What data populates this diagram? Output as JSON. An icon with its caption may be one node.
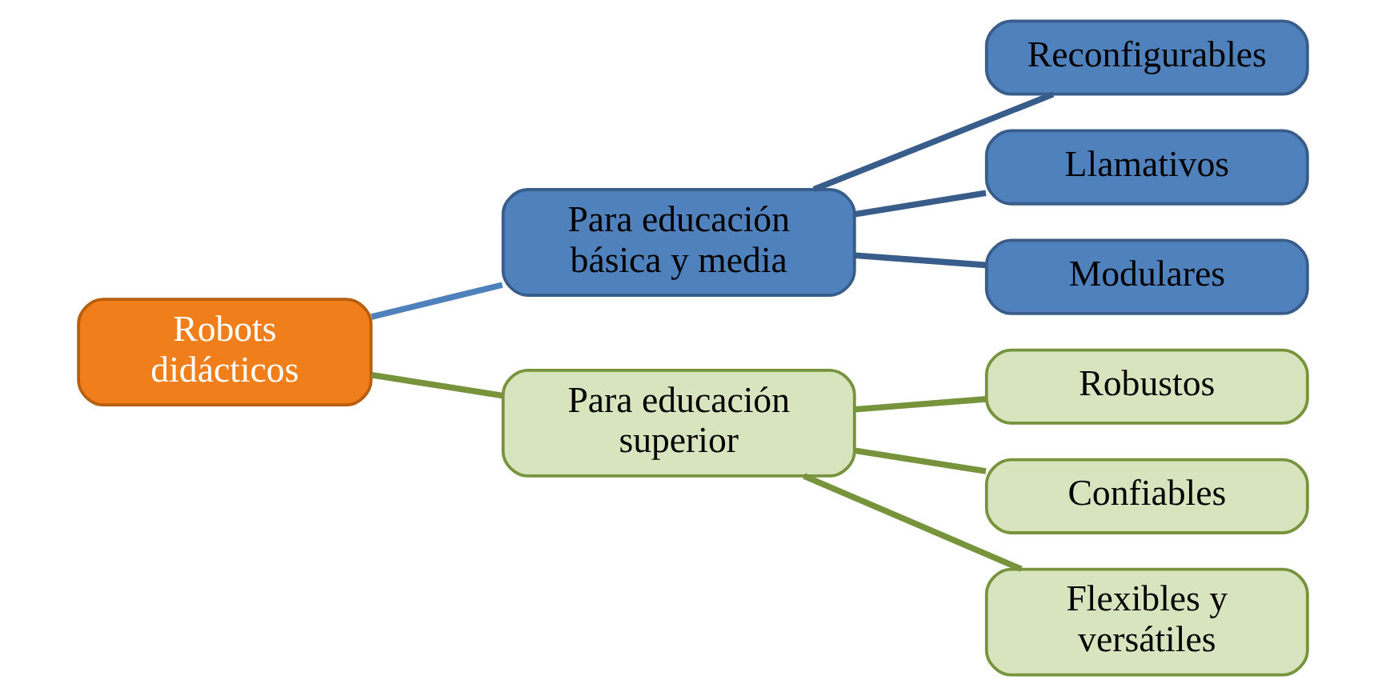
{
  "diagram": {
    "nodes": [
      {
        "text": [
          "Robots didácticos"
        ]
      },
      {
        "text": [
          "Para educación básica y media"
        ]
      },
      {
        "text": [
          "Reconfigurables"
        ]
      },
      {
        "text": [
          "Llamativos"
        ]
      },
      {
        "text": [
          "Modulares"
        ]
      },
      {
        "text": [
          "Para educación superior"
        ]
      },
      {
        "text": [
          "Robustos"
        ]
      },
      {
        "text": [
          "Confiables"
        ]
      },
      {
        "text": [
          "Flexibles y versátiles"
        ]
      }
    ],
    "edges": [
      {
        "from": 0,
        "to": 1,
        "arrow": "none",
        "color": "#4f81bd"
      },
      {
        "from": 1,
        "to": 2,
        "arrow": "none",
        "color": "#385d8a"
      },
      {
        "from": 1,
        "to": 3,
        "arrow": "none",
        "color": "#385d8a"
      },
      {
        "from": 1,
        "to": 4,
        "arrow": "none",
        "color": "#385d8a"
      },
      {
        "from": 0,
        "to": 5,
        "arrow": "none",
        "color": "#77933c"
      },
      {
        "from": 5,
        "to": 6,
        "arrow": "none",
        "color": "#77933c"
      },
      {
        "from": 5,
        "to": 7,
        "arrow": "none",
        "color": "#77933c"
      },
      {
        "from": 5,
        "to": 8,
        "arrow": "none",
        "color": "#77933c"
      }
    ]
  }
}
